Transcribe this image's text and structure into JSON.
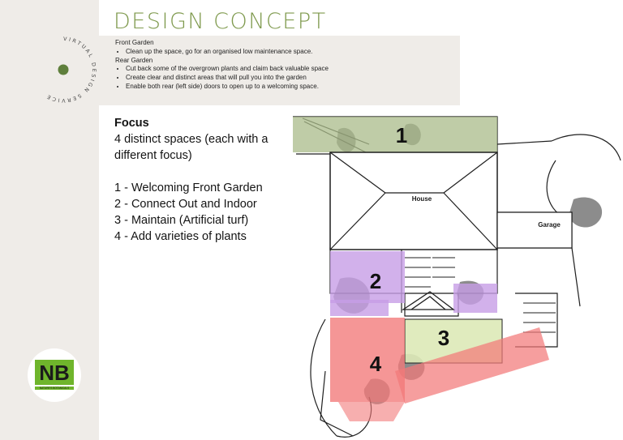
{
  "page": {
    "title": "DESIGN CONCEPT",
    "badge_text": "VIRTUAL DESIGN SERVICE"
  },
  "brief": {
    "front_heading": "Front Garden",
    "front_items": [
      "Clean up the space, go for an organised low maintenance space."
    ],
    "rear_heading": "Rear Garden",
    "rear_items": [
      "Cut back some of the overgrown plants and claim back valuable space",
      "Create clear and distinct areas that will pull you into the garden",
      "Enable both rear (left side) doors to open up to a welcoming space."
    ]
  },
  "focus": {
    "title": "Focus",
    "intro": "4 distinct spaces (each with a different focus)",
    "items": [
      "1 - Welcoming Front Garden",
      "2 - Connect Out and Indoor",
      "3 - Maintain (Artificial turf)",
      "4 - Add varieties of plants"
    ]
  },
  "logo": {
    "mark": "NB",
    "small_text": "NATURE'S BOTANICALS"
  },
  "plan": {
    "house_label": "House",
    "garage_label": "Garage",
    "zone_labels": [
      "1",
      "2",
      "3",
      "4"
    ]
  },
  "colors": {
    "title_green": "#7f9a4e",
    "panel_beige": "#efece8",
    "zone_1": "#a9bb8a",
    "zone_2": "#c79de6",
    "zone_3": "#dde9b7",
    "zone_4": "#f27979",
    "logo_green": "#6fb52c"
  }
}
